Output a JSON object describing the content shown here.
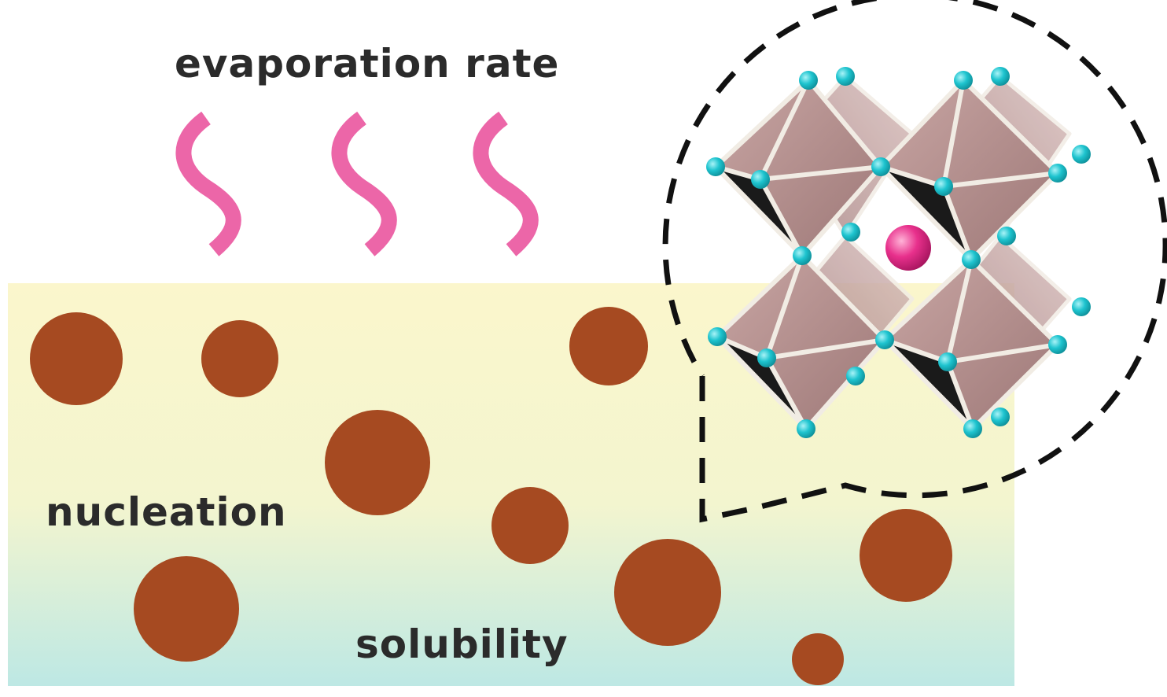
{
  "labels": {
    "evaporation": "evaporation rate",
    "nucleation": "nucleation",
    "solubility": "solubility"
  },
  "colors": {
    "solution_top": "#fbf6cc",
    "solution_mid": "#eef3cf",
    "solution_bottom": "#bde8e4",
    "particle": "#a64a21",
    "vapor": "#ec66a8",
    "octahedron_fill": "#b48d8d",
    "octahedron_edge": "#f1ece4",
    "anion_atom": "#1ec4cf",
    "center_cation": "#e8308c",
    "dashed_outline": "#111111"
  },
  "icons": {
    "vapor": "wavy-vapor-line",
    "crystal": "perovskite-octahedral-unit-cell"
  }
}
